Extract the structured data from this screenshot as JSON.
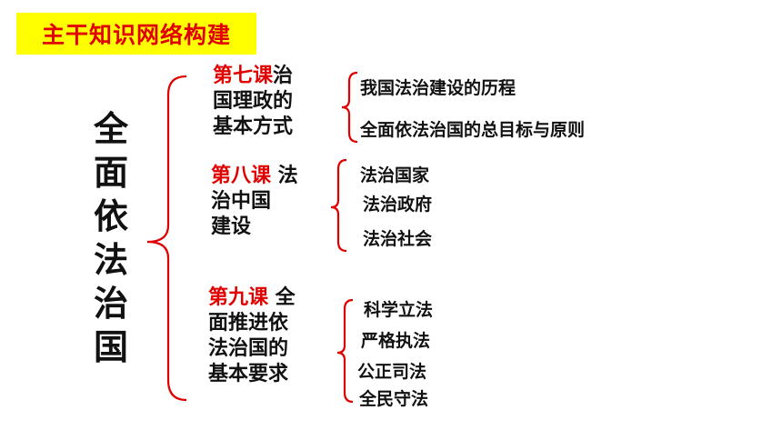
{
  "title": "主干知识网络构建",
  "root": [
    "全",
    "面",
    "依",
    "法",
    "治",
    "国"
  ],
  "lessons": [
    {
      "number": "第七课",
      "lines": [
        "治",
        "国理政的",
        "基本方式"
      ],
      "items": [
        "我国法治建设的历程",
        "全面依法治国的总目标与原则"
      ]
    },
    {
      "number": "第八课",
      "lines": [
        " 法",
        "治中国",
        "建设"
      ],
      "items": [
        "法治国家",
        "法治政府",
        "法治社会"
      ]
    },
    {
      "number": "第九课",
      "lines": [
        " 全",
        "面推进依",
        "法治国的",
        "基本要求"
      ],
      "items": [
        "科学立法",
        "严格执法",
        "公正司法",
        "全民守法"
      ]
    }
  ],
  "colors": {
    "accent": "#e00000",
    "highlight": "#ffff00"
  }
}
